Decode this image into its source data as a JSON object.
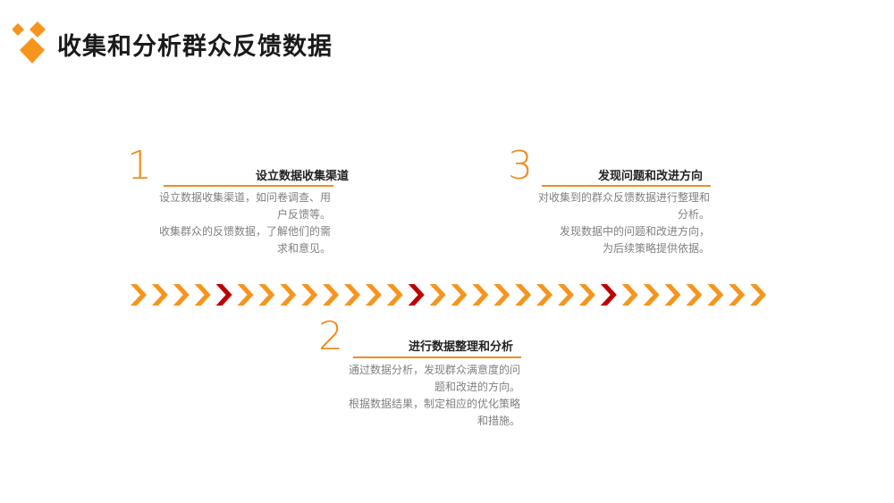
{
  "title": "收集和分析群众反馈数据",
  "colors": {
    "orange": "#F7941D",
    "red": "#C00000",
    "accent_line": "#F28C1E"
  },
  "steps": [
    {
      "number": "1",
      "heading": "设立数据收集渠道",
      "lines": [
        "设立数据收集渠道，如问卷调查、用",
        "户反馈等。",
        "收集群众的反馈数据，了解他们的需",
        "求和意见。"
      ]
    },
    {
      "number": "2",
      "heading": "进行数据整理和分析",
      "lines": [
        "通过数据分析，发现群众满意度的问",
        "题和改进的方向。",
        "根据数据结果，制定相应的优化策略",
        "和措施。"
      ]
    },
    {
      "number": "3",
      "heading": "发现问题和改进方向",
      "lines": [
        "对收集到的群众反馈数据进行整理和",
        "分析。",
        "发现数据中的问题和改进方向，",
        "为后续策略提供依据。"
      ]
    }
  ],
  "arrow_row": {
    "count": 30,
    "red_indices": [
      4,
      13,
      22
    ]
  }
}
